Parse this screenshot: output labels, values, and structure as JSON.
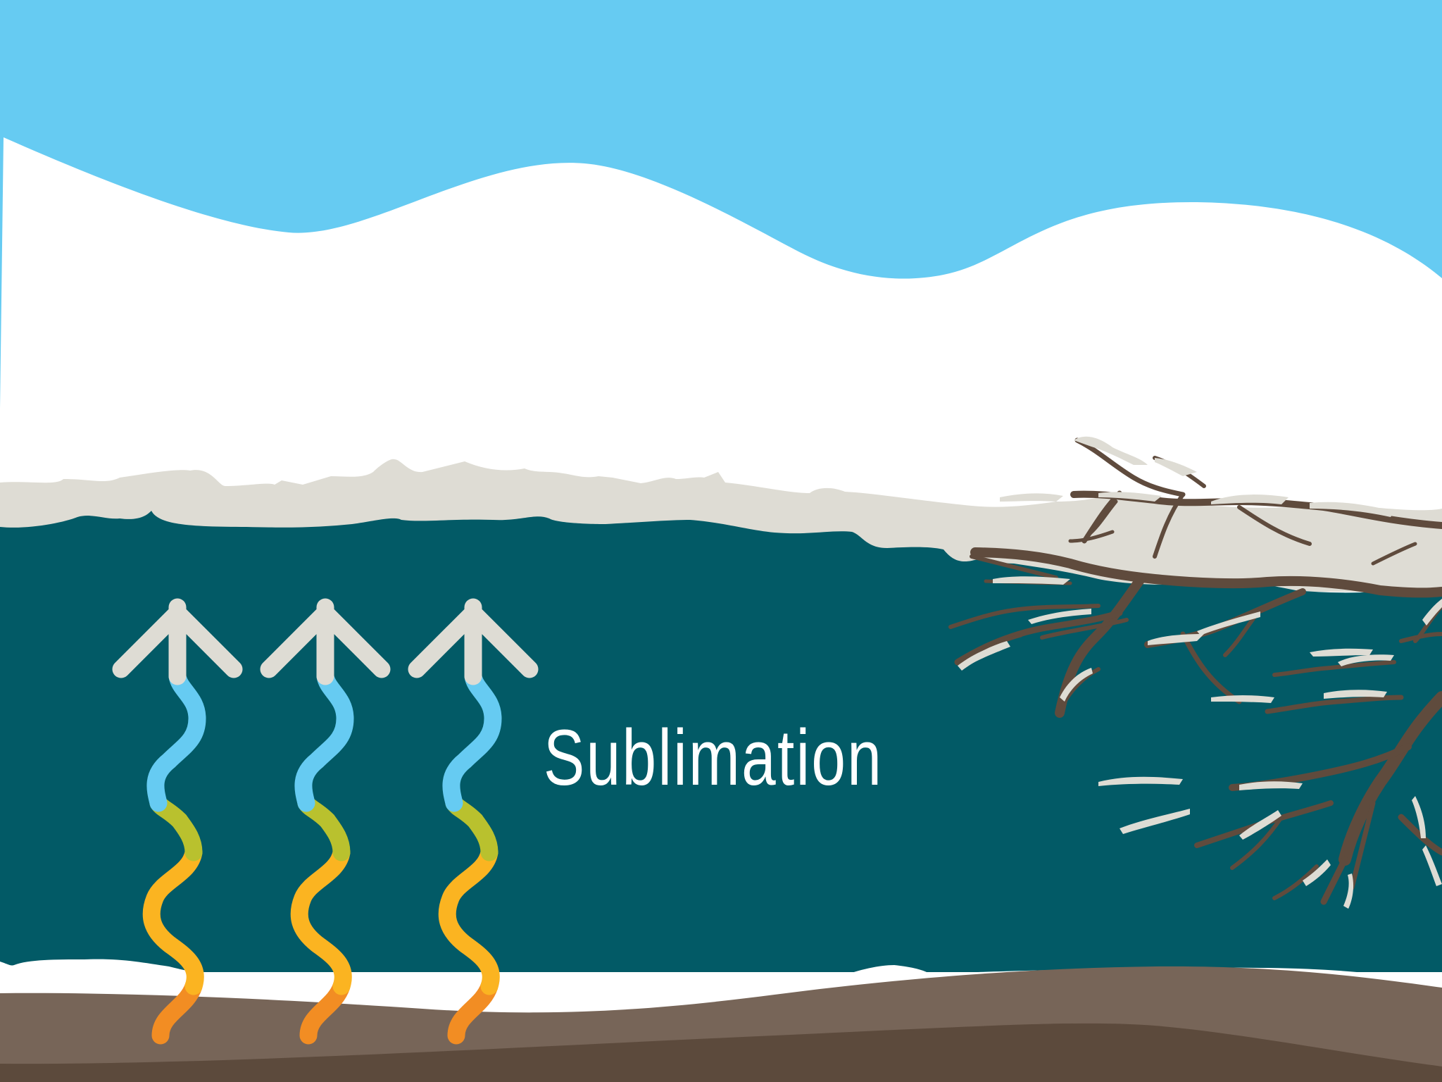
{
  "diagram": {
    "label": "Sublimation",
    "colors": {
      "sky": "#66CBF2",
      "snow": "#FFFFFF",
      "snow_crust": "#DEDCD4",
      "water_layer": "#025A66",
      "ground": "#776558",
      "ground_dark": "#5C4A3C",
      "branch": "#5F4B3D",
      "arrow_head": "#DEDCD4",
      "wave_cold": "#66CBF2",
      "wave_mid": "#B9C12E",
      "wave_warm": "#FBB421",
      "wave_hot": "#F28D23",
      "label_text": "#FFFFFF"
    },
    "arrows": [
      {
        "name": "sublimation-arrow-1"
      },
      {
        "name": "sublimation-arrow-2"
      },
      {
        "name": "sublimation-arrow-3"
      }
    ]
  }
}
